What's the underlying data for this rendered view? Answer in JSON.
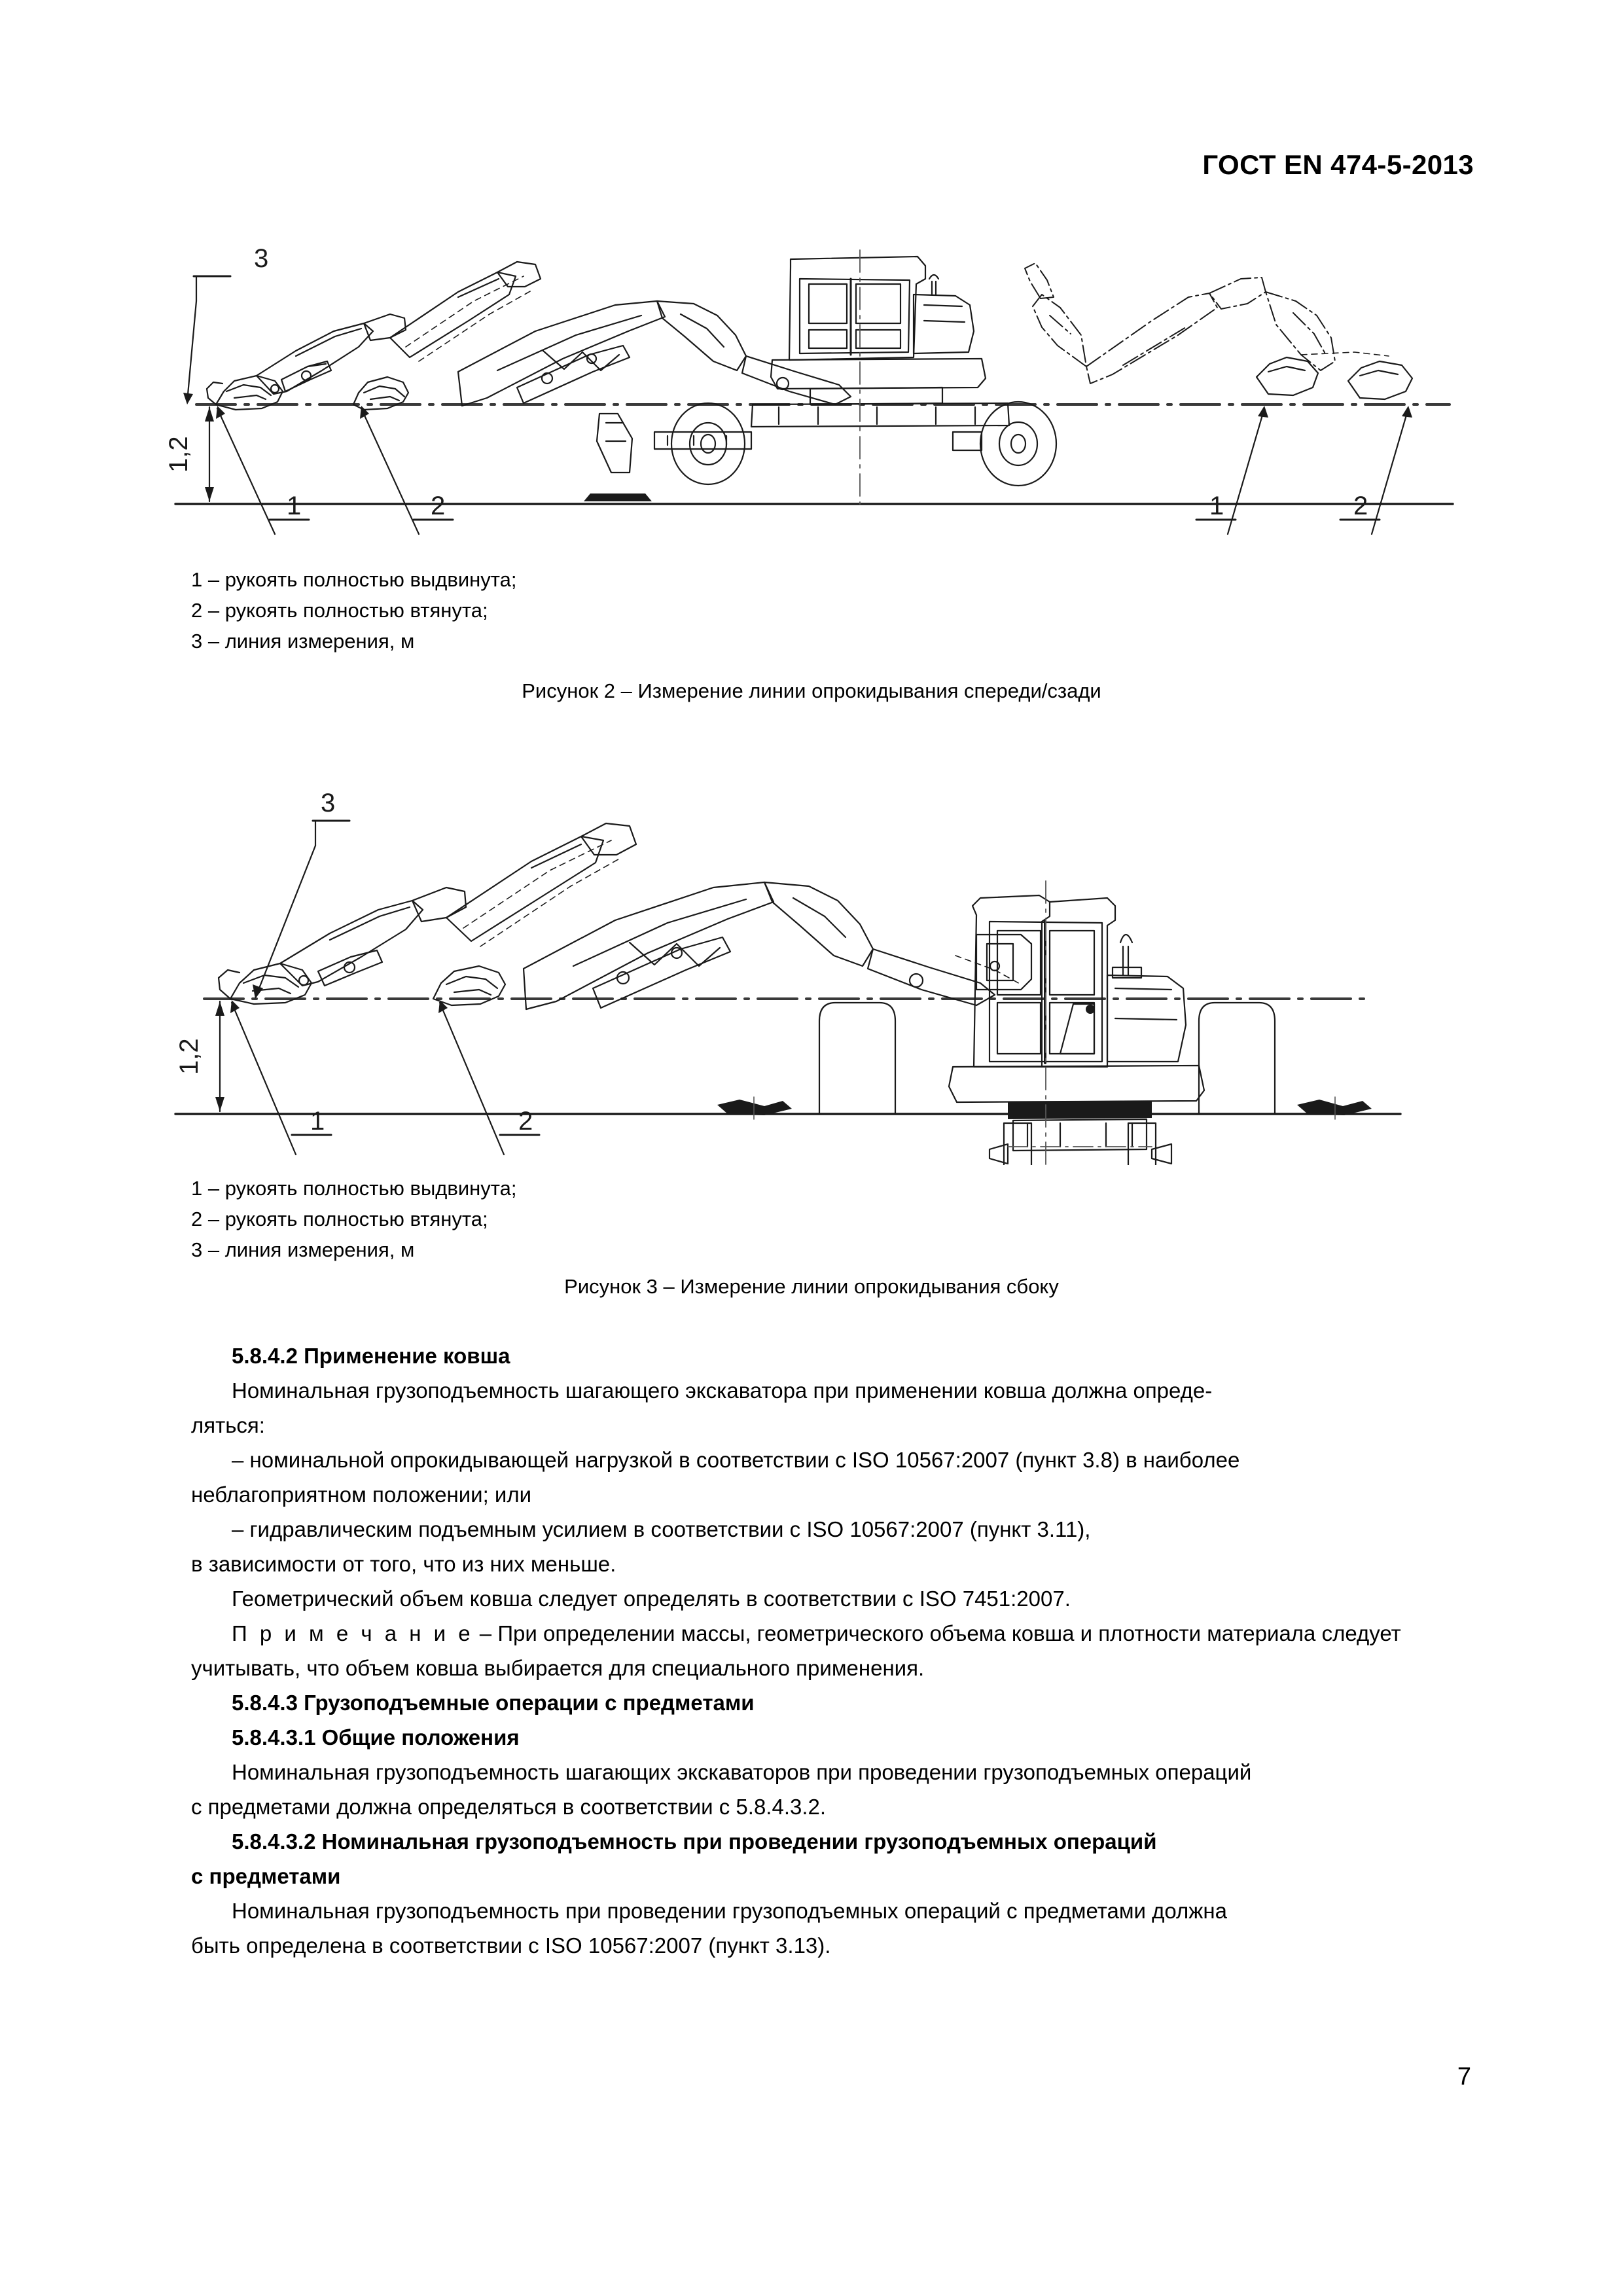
{
  "header": {
    "standard_id": "ГОСТ EN 474-5-2013"
  },
  "figures": [
    {
      "id": "figure-2",
      "callouts": {
        "one": "1",
        "two": "2",
        "three": "3",
        "one_right": "1",
        "two_right": "2"
      },
      "dimension_label": "1,2",
      "legend": [
        "1 – рукоять полностью выдвинута;",
        "2 – рукоять полностью втянута;",
        "3 – линия измерения, м"
      ],
      "caption": "Рисунок 2 – Измерение линии опрокидывания спереди/сзади"
    },
    {
      "id": "figure-3",
      "callouts": {
        "one": "1",
        "two": "2",
        "three": "3"
      },
      "dimension_label": "1,2",
      "legend": [
        "1 – рукоять полностью выдвинута;",
        "2 – рукоять полностью втянута;",
        "3 – линия измерения, м"
      ],
      "caption": "Рисунок 3 – Измерение линии опрокидывания сбоку"
    }
  ],
  "body": {
    "sec_5842_heading": "5.8.4.2 Применение ковша",
    "sec_5842_p1_line1": "Номинальная грузоподъемность шагающего экскаватора при применении ковша должна опреде-",
    "sec_5842_p1_line2": "ляться:",
    "sec_5842_dash1_line1": "– номинальной опрокидывающей нагрузкой в соответствии с ISO 10567:2007 (пункт 3.8) в наиболее",
    "sec_5842_dash1_line2": "неблагоприятном положении; или",
    "sec_5842_dash2_line1": "– гидравлическим подъемным усилием в соответствии с ISO 10567:2007 (пункт 3.11),",
    "sec_5842_dash2_line2": "в зависимости от того, что из них меньше.",
    "sec_5842_p2": "Геометрический объем ковша следует определять в соответствии с ISO 7451:2007.",
    "note_label": "П р и м е ч а н и е",
    "note_text_line1": " – При определении массы, геометрического объема ковша и плотности материала следует",
    "note_text_line2": "учитывать, что объем ковша выбирается для специального применения.",
    "sec_5843_heading": "5.8.4.3 Грузоподъемные операции с предметами",
    "sec_58431_heading": "5.8.4.3.1 Общие положения",
    "sec_58431_p_line1": "Номинальная грузоподъемность шагающих экскаваторов при проведении грузоподъемных операций",
    "sec_58431_p_line2": "с предметами должна определяться в соответствии с 5.8.4.3.2.",
    "sec_58432_heading_line1": "5.8.4.3.2 Номинальная грузоподъемность при проведении грузоподъемных операций",
    "sec_58432_heading_line2": "с предметами",
    "sec_58432_p_line1": "Номинальная грузоподъемность при проведении грузоподъемных операций с предметами должна",
    "sec_58432_p_line2": "быть определена в соответствии с ISO 10567:2007 (пункт 3.13)."
  },
  "footer": {
    "page_number": "7"
  }
}
